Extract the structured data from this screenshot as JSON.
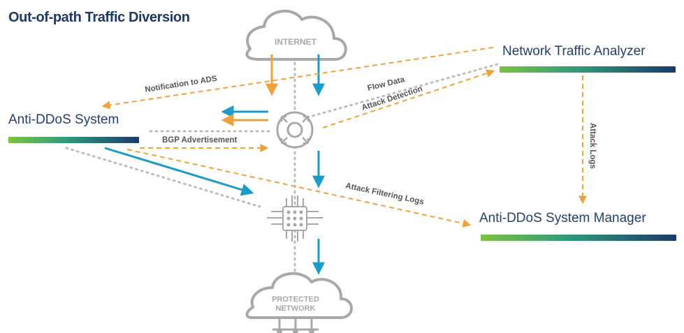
{
  "title": "Out-of-path Traffic Diversion",
  "nodes": {
    "internet": "INTERNET",
    "protected_network": [
      "PROTECTED",
      "NETWORK"
    ],
    "anti_ddos_system": "Anti-DDoS System",
    "network_traffic_analyzer": "Network Traffic Analyzer",
    "anti_ddos_system_manager": "Anti-DDoS System Manager"
  },
  "flows": {
    "notification_to_ads": "Notification to ADS",
    "flow_data": "Flow Data",
    "attack_detection": "Attack Detection",
    "bgp_advertisement": "BGP Advertisement",
    "attack_filtering_logs": "Attack Filtering Logs",
    "attack_logs": "Attack Logs"
  },
  "colors": {
    "title": "#1f3864",
    "label": "#24406e",
    "orange_arrow": "#f0a23a",
    "blue_arrow": "#1a9bc8",
    "dotted_line": "#bdbdbd",
    "icon_gray": "#a8a8a8",
    "bar_start": "#7cc242",
    "bar_end": "#1c3a6a"
  },
  "icons": {
    "internet": "cloud-icon",
    "protected_network": "cloud-network-icon",
    "router": "router-icon",
    "switch": "switch-chip-icon"
  }
}
